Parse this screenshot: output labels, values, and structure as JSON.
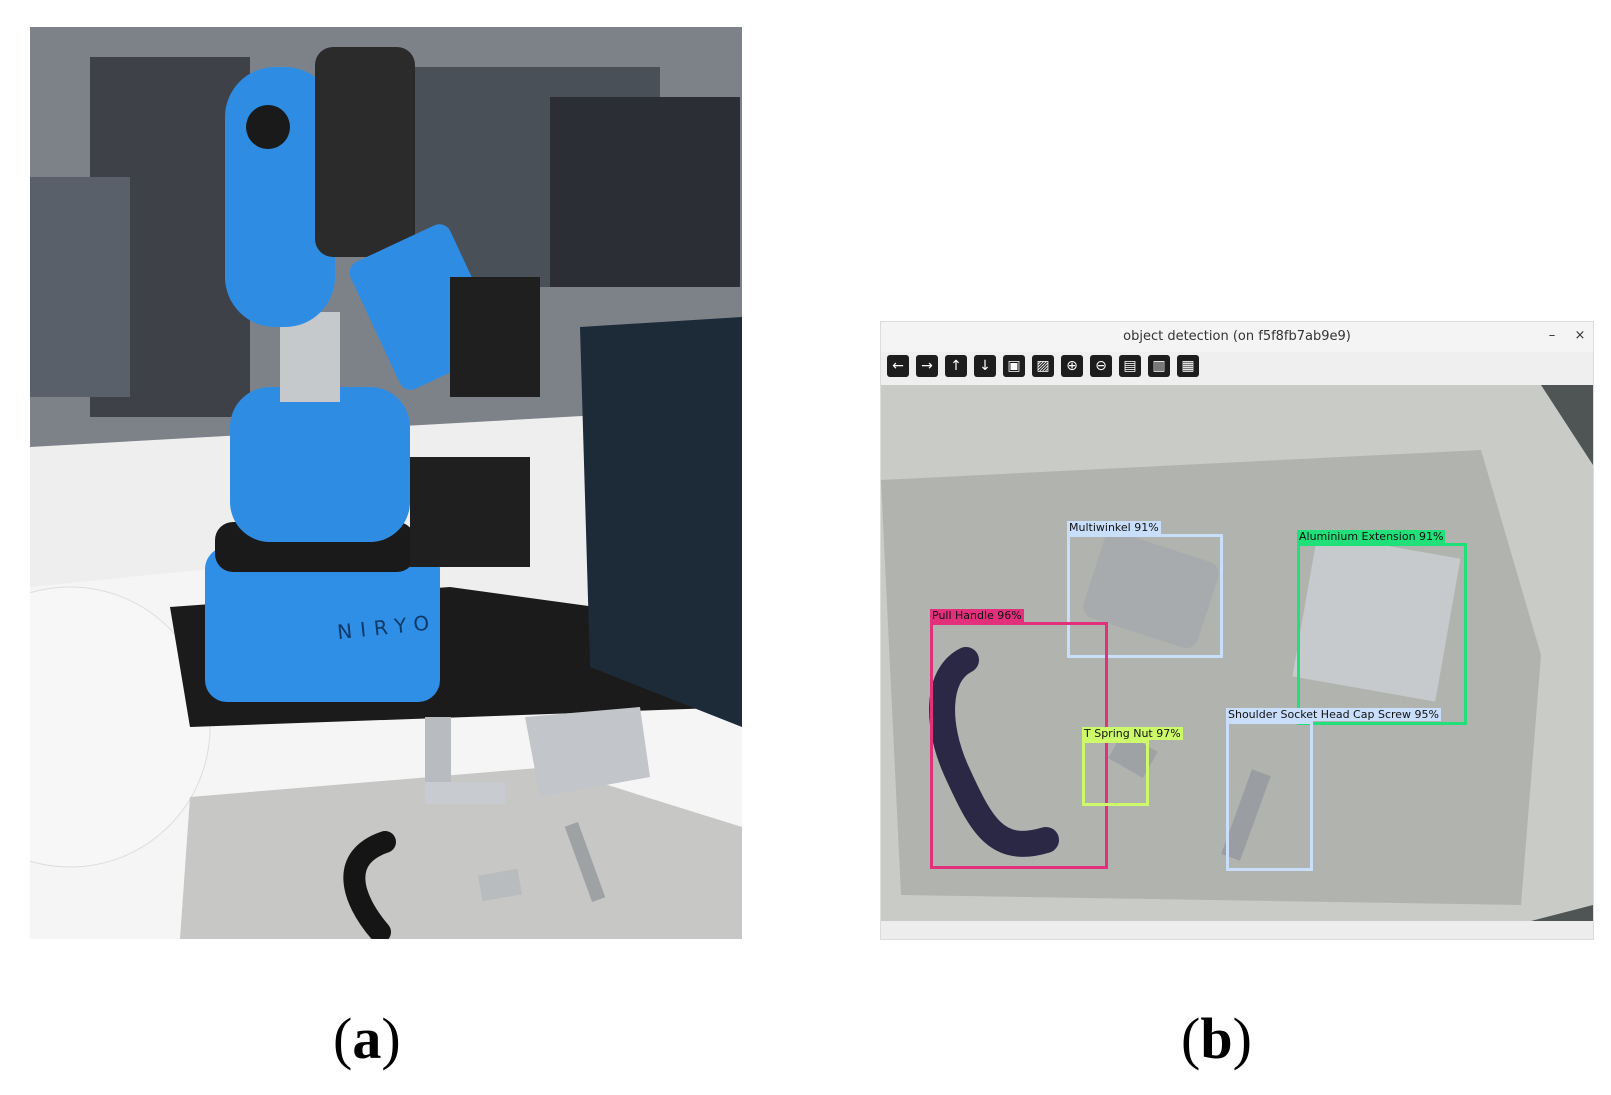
{
  "figure": {
    "panel_a": {
      "caption_open": "(",
      "caption_letter": "a",
      "caption_close": ")",
      "robot_brand": "NIRYO"
    },
    "panel_b": {
      "caption_open": "(",
      "caption_letter": "b",
      "caption_close": ")"
    }
  },
  "window": {
    "title": "object detection (on f5f8fb7ab9e9)",
    "minimize_glyph": "–",
    "close_glyph": "×",
    "toolbar": [
      {
        "name": "back-icon",
        "glyph": "←"
      },
      {
        "name": "forward-icon",
        "glyph": "→"
      },
      {
        "name": "up-icon",
        "glyph": "↑"
      },
      {
        "name": "down-icon",
        "glyph": "↓"
      },
      {
        "name": "image-icon",
        "glyph": "▣"
      },
      {
        "name": "image-settings-icon",
        "glyph": "▨"
      },
      {
        "name": "zoom-in-icon",
        "glyph": "⊕"
      },
      {
        "name": "zoom-out-icon",
        "glyph": "⊖"
      },
      {
        "name": "save-image-icon",
        "glyph": "▤"
      },
      {
        "name": "clipboard-icon",
        "glyph": "▥"
      },
      {
        "name": "save-icon",
        "glyph": "▦"
      }
    ],
    "detections": [
      {
        "label": "Multiwinkel 91%",
        "color": "#c9defa"
      },
      {
        "label": "Aluminium Extension 91%",
        "color": "#21e079"
      },
      {
        "label": "Pull Handle 96%",
        "color": "#e3307c"
      },
      {
        "label": "T Spring Nut 97%",
        "color": "#cdfa6a"
      },
      {
        "label": "Shoulder Socket Head Cap Screw 95%",
        "color": "#c9defa"
      }
    ]
  }
}
